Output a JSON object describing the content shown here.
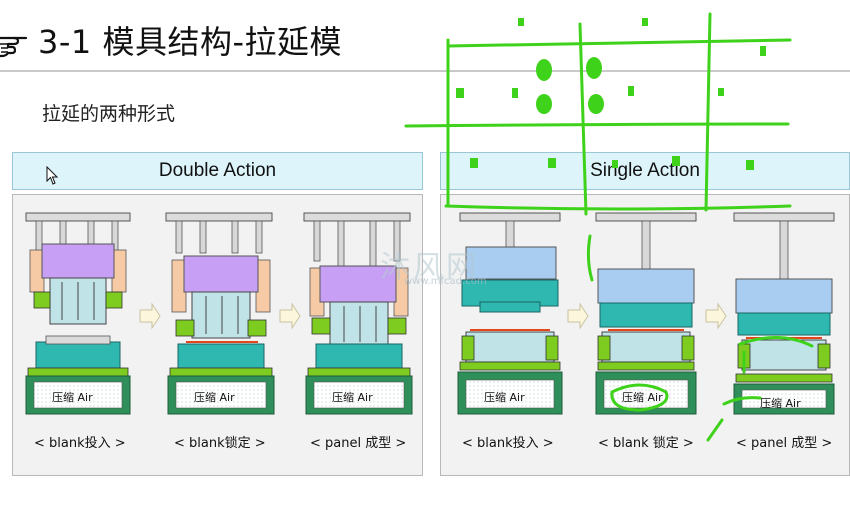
{
  "slide": {
    "title": "3-1 模具结构-拉延模",
    "subtitle": "拉延的两种形式"
  },
  "panels": {
    "double": {
      "header": "Double Action",
      "stages": [
        {
          "caption": "< blank投入 >",
          "air": "压缩 Air"
        },
        {
          "caption": "< blank锁定 >",
          "air": "压缩 Air"
        },
        {
          "caption": "< panel 成型 >",
          "air": "压缩 Air"
        }
      ]
    },
    "single": {
      "header": "Single Action",
      "stages": [
        {
          "caption": "< blank投入 >",
          "air": "压缩 Air"
        },
        {
          "caption": "< blank 锁定 >",
          "air": "压缩 Air"
        },
        {
          "caption": "< panel 成型 >",
          "air": "压缩 Air"
        }
      ]
    }
  },
  "watermark": {
    "main": "沐风网",
    "sub": "www.mfcad.com"
  },
  "icons": {
    "bullet": "pointing-hand-icon",
    "cursor": "mouse-pointer-icon"
  },
  "colors": {
    "header_bg": "#dcf4fa",
    "punch_purple": "#c79ff5",
    "ram_blue": "#a9cdf0",
    "die_teal": "#2fb8b0",
    "binder_green": "#7dcc1f",
    "bolster_green": "#2e8f5a",
    "annotation_green": "#3fd21a"
  }
}
